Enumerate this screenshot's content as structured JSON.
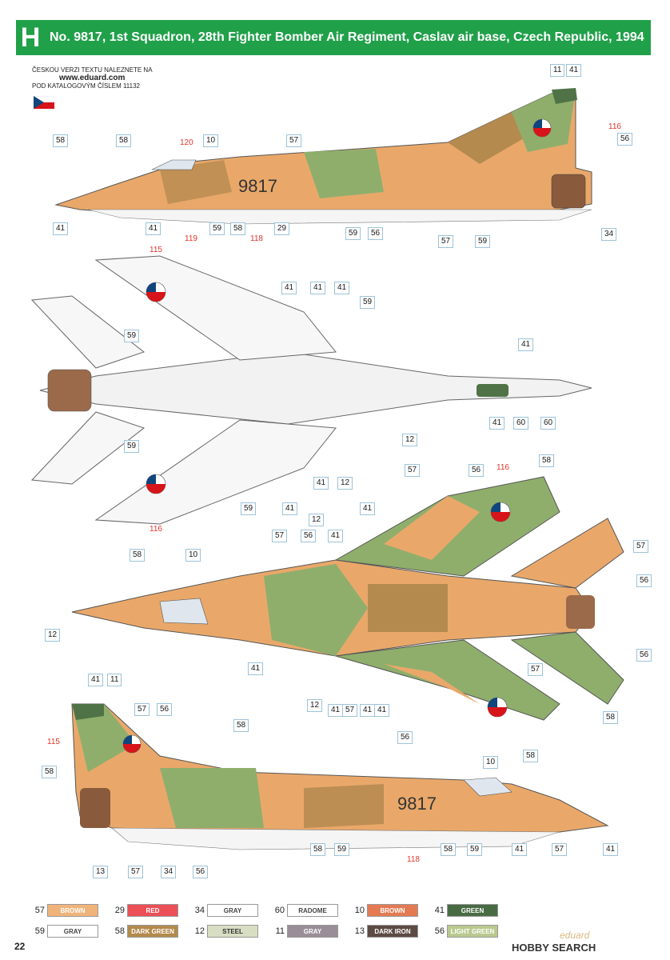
{
  "header": {
    "letter": "H",
    "title": "No. 9817, 1st Squadron, 28th Fighter Bomber Air Regiment, Caslav air base, Czech Republic, 1994"
  },
  "note": {
    "line1": "ČESKOU VERZI TEXTU NALEZNETE NA",
    "url": "www.eduard.com",
    "line2": "POD KATALOGOVÝM ČÍSLEM 11132"
  },
  "aircraft_number": "9817",
  "callouts": {
    "side1": [
      "11",
      "41",
      "58",
      "58",
      "120",
      "10",
      "57",
      "116",
      "56",
      "41",
      "41",
      "119",
      "59",
      "58",
      "118",
      "29",
      "59",
      "56",
      "57",
      "59",
      "34"
    ],
    "bottom": [
      "115",
      "41",
      "41",
      "41",
      "59",
      "59",
      "41",
      "59",
      "41",
      "60",
      "60",
      "12",
      "41",
      "12",
      "59",
      "41",
      "116"
    ],
    "top": [
      "57",
      "56",
      "116",
      "58",
      "12",
      "41",
      "57",
      "56",
      "41",
      "58",
      "10",
      "57",
      "56",
      "12",
      "57",
      "56",
      "41",
      "12",
      "41",
      "41",
      "57",
      "41",
      "56",
      "58",
      "58"
    ],
    "side2": [
      "41",
      "11",
      "57",
      "56",
      "58",
      "115",
      "58",
      "10",
      "13",
      "57",
      "34",
      "56",
      "58",
      "59",
      "58",
      "59",
      "118",
      "41",
      "57",
      "41"
    ]
  },
  "legend": {
    "row1": [
      {
        "num": "57",
        "name": "BROWN",
        "color": "#f0b47a"
      },
      {
        "num": "29",
        "name": "RED",
        "color": "#ec4f56"
      },
      {
        "num": "34",
        "name": "GRAY",
        "color": "#ffffff"
      },
      {
        "num": "60",
        "name": "RADOME",
        "color": "#ffffff"
      },
      {
        "num": "10",
        "name": "BROWN",
        "color": "#e47a52"
      },
      {
        "num": "41",
        "name": "GREEN",
        "color": "#496b44"
      }
    ],
    "row2": [
      {
        "num": "59",
        "name": "GRAY",
        "color": "#ffffff"
      },
      {
        "num": "58",
        "name": "DARK GREEN",
        "color": "#b38a4c"
      },
      {
        "num": "12",
        "name": "STEEL",
        "color": "#d8dec4"
      },
      {
        "num": "11",
        "name": "GRAY",
        "color": "#9a8e98"
      },
      {
        "num": "13",
        "name": "DARK IRON",
        "color": "#5c4a44"
      },
      {
        "num": "56",
        "name": "LIGHT GREEN",
        "color": "#b9c98f"
      }
    ]
  },
  "footer": {
    "page": "22",
    "logo1": "eduard",
    "logo2": "HOBBY SEARCH"
  },
  "colors": {
    "header": "#21a04a",
    "camo_tan": "#e9a86a",
    "camo_brown": "#b58a4f",
    "camo_green": "#8fae6c",
    "camo_dark": "#4f7346"
  }
}
